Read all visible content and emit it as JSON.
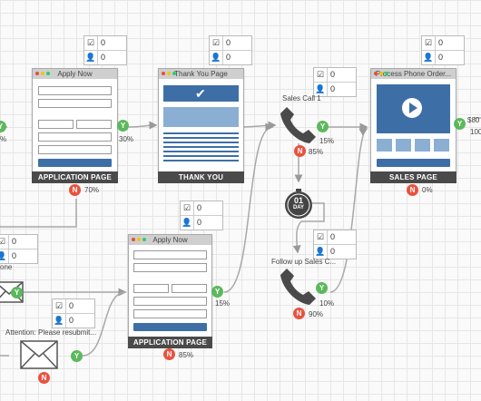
{
  "stats": {
    "s1": {
      "checks": "0",
      "people": "0"
    },
    "s2": {
      "checks": "0",
      "people": "0"
    },
    "s3": {
      "checks": "0",
      "people": "0"
    },
    "s4": {
      "checks": "0",
      "people": "0"
    },
    "s5": {
      "checks": "0",
      "people": "0"
    },
    "s6": {
      "checks": "0",
      "people": "0"
    },
    "s7": {
      "checks": "0",
      "people": "0"
    },
    "s8": {
      "checks": "0",
      "people": "0"
    }
  },
  "pages": {
    "apply_now_top": {
      "title": "Apply Now",
      "footer": "APPLICATION PAGE",
      "pct": "70%"
    },
    "thank_you": {
      "title": "Thank You Page",
      "footer": "THANK YOU"
    },
    "process_order": {
      "title": "Process Phone Order...",
      "footer": "SALES PAGE",
      "pct": "0%"
    },
    "apply_now_mid": {
      "title": "Apply Now",
      "footer": "APPLICATION PAGE",
      "pct": "85%"
    }
  },
  "labels": {
    "left_pct": "%",
    "pct_30": "30%",
    "sales_call": "Sales Call 1",
    "pct_15_top": "15%",
    "pct_85_call": "85%",
    "price_80": "$80",
    "price_100": "100",
    "delay_num": "01",
    "delay_unit": "DAY",
    "follow_up": "Follow up Sales C...",
    "pct_10": "10%",
    "pct_90": "90%",
    "pct_15_mid": "15%",
    "one_label": "one",
    "attention": "Attention: Please resubmit..."
  },
  "badge": {
    "yes": "Y",
    "no": "N"
  }
}
